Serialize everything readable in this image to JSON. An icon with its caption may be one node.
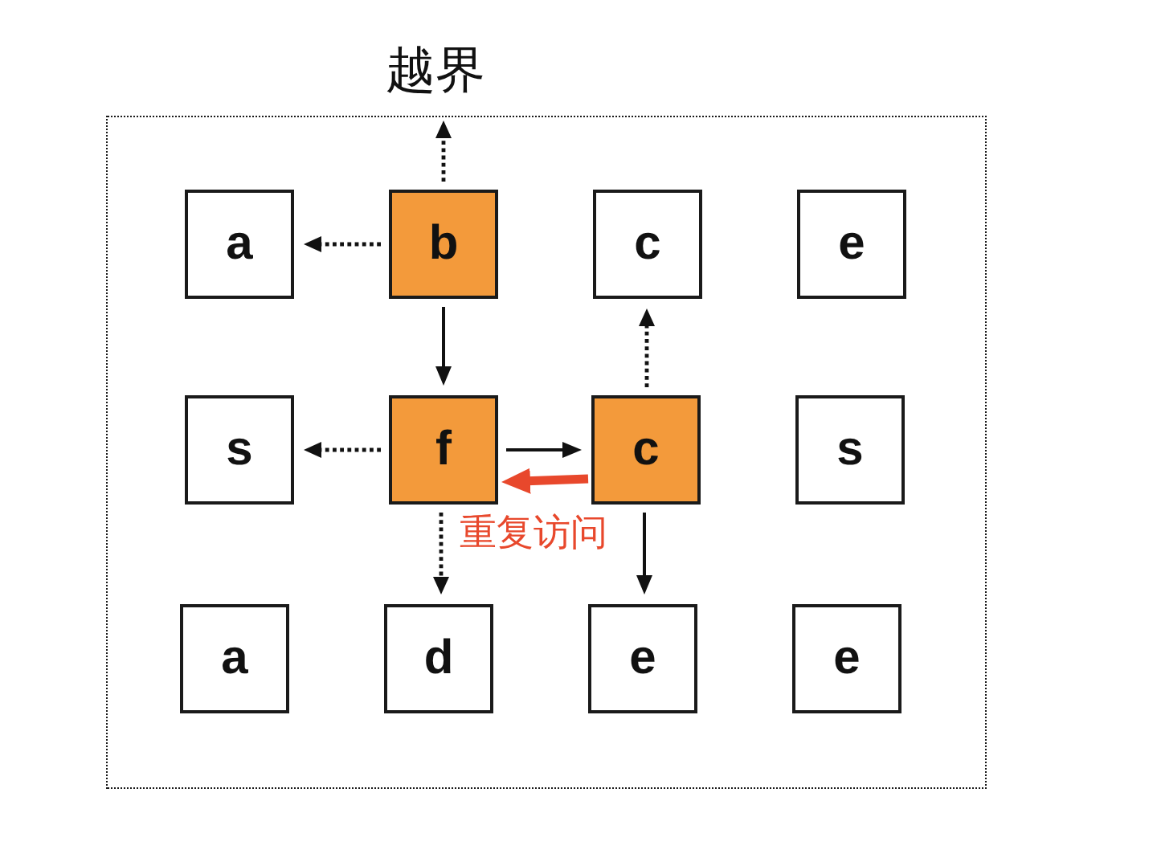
{
  "diagram": {
    "nodes": [
      {
        "text": [
          "越界"
        ]
      },
      {
        "text": [
          "a"
        ],
        "in": 0
      },
      {
        "text": [
          "b"
        ],
        "in": 0
      },
      {
        "text": [
          "c"
        ],
        "in": 0
      },
      {
        "text": [
          "e"
        ],
        "in": 0
      },
      {
        "text": [
          "s"
        ],
        "in": 0
      },
      {
        "text": [
          "f"
        ],
        "in": 0
      },
      {
        "text": [
          "c"
        ],
        "in": 0
      },
      {
        "text": [
          "s"
        ],
        "in": 0
      },
      {
        "text": [
          "a"
        ],
        "in": 0
      },
      {
        "text": [
          "d"
        ],
        "in": 0
      },
      {
        "text": [
          "e"
        ],
        "in": 0
      },
      {
        "text": [
          "e"
        ],
        "in": 0
      }
    ],
    "edges": [
      {
        "from": 2,
        "to": 0,
        "arrow": "to",
        "style": "dashed"
      },
      {
        "from": 2,
        "to": 1,
        "arrow": "to",
        "style": "dashed"
      },
      {
        "from": 2,
        "to": 6,
        "arrow": "to"
      },
      {
        "from": 6,
        "to": 5,
        "arrow": "to",
        "style": "dashed"
      },
      {
        "from": 6,
        "to": 7,
        "arrow": "to"
      },
      {
        "from": 7,
        "to": 6,
        "arrow": "to",
        "label": "重复访问",
        "style": "thick",
        "color": "#e8482c"
      },
      {
        "from": 7,
        "to": 3,
        "arrow": "to",
        "style": "dashed"
      },
      {
        "from": 7,
        "to": 11,
        "arrow": "to"
      },
      {
        "from": 6,
        "to": 10,
        "arrow": "to",
        "style": "dashed"
      }
    ]
  }
}
